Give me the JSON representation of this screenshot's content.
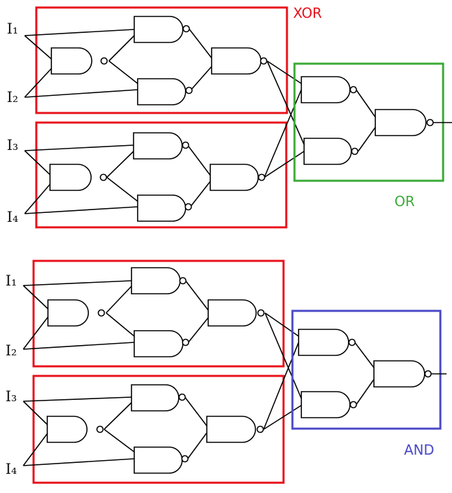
{
  "colors": {
    "xor": "#e8101a",
    "or": "#3aaa35",
    "and": "#4a48c8",
    "line": "#000000"
  },
  "diagrams": [
    {
      "inputs": [
        "I₁",
        "I₂",
        "I₃",
        "I₄"
      ],
      "blocks": [
        "XOR",
        ""
      ],
      "combiner": "OR"
    },
    {
      "inputs": [
        "I₁",
        "I₂",
        "I₃",
        "I₄"
      ],
      "blocks": [
        "",
        ""
      ],
      "combiner": "AND"
    }
  ]
}
